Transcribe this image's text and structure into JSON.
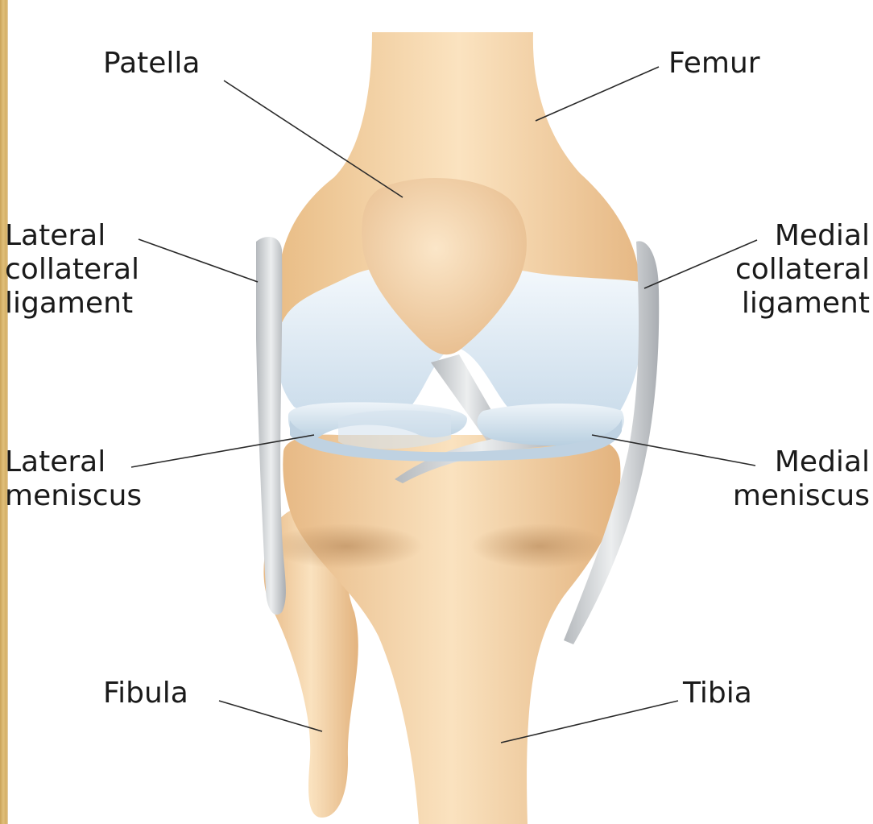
{
  "labels": {
    "patella": "Patella",
    "femur": "Femur",
    "lateral_collateral_ligament": [
      "Lateral",
      "collateral",
      "ligament"
    ],
    "medial_collateral_ligament": [
      "Medial",
      "collateral",
      "ligament"
    ],
    "lateral_meniscus": [
      "Lateral",
      "meniscus"
    ],
    "medial_meniscus": [
      "Medial",
      "meniscus"
    ],
    "fibula": "Fibula",
    "tibia": "Tibia"
  },
  "colors": {
    "bone": "#f3d3a5",
    "bone_shadow": "#d7ab76",
    "cartilage": "#dde9f3",
    "ligament": "#c9cccf",
    "frame": "#d9b56a",
    "leader_line": "#2a2a2a"
  }
}
